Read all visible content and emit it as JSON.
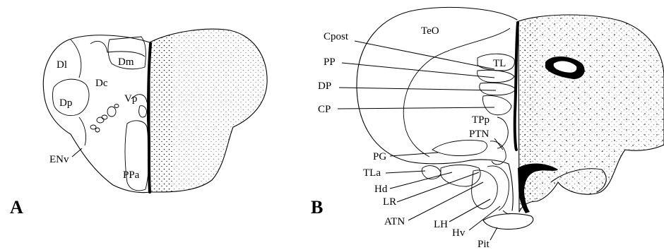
{
  "panel_a": {
    "panel_letter": "A",
    "labels": {
      "dl": "Dl",
      "dm": "Dm",
      "dc": "Dc",
      "dp": "Dp",
      "vp": "Vp",
      "env": "ENv",
      "ppa": "PPa"
    }
  },
  "panel_b": {
    "panel_letter": "B",
    "labels": {
      "teo": "TeO",
      "cpost": "Cpost",
      "pp": "PP",
      "dp": "DP",
      "cp": "CP",
      "tl": "TL",
      "tpp": "TPp",
      "ptn": "PTN",
      "pg": "PG",
      "tla": "TLa",
      "hd": "Hd",
      "lr": "LR",
      "atn": "ATN",
      "lh": "LH",
      "hv": "Hv",
      "pit": "Pit"
    }
  }
}
